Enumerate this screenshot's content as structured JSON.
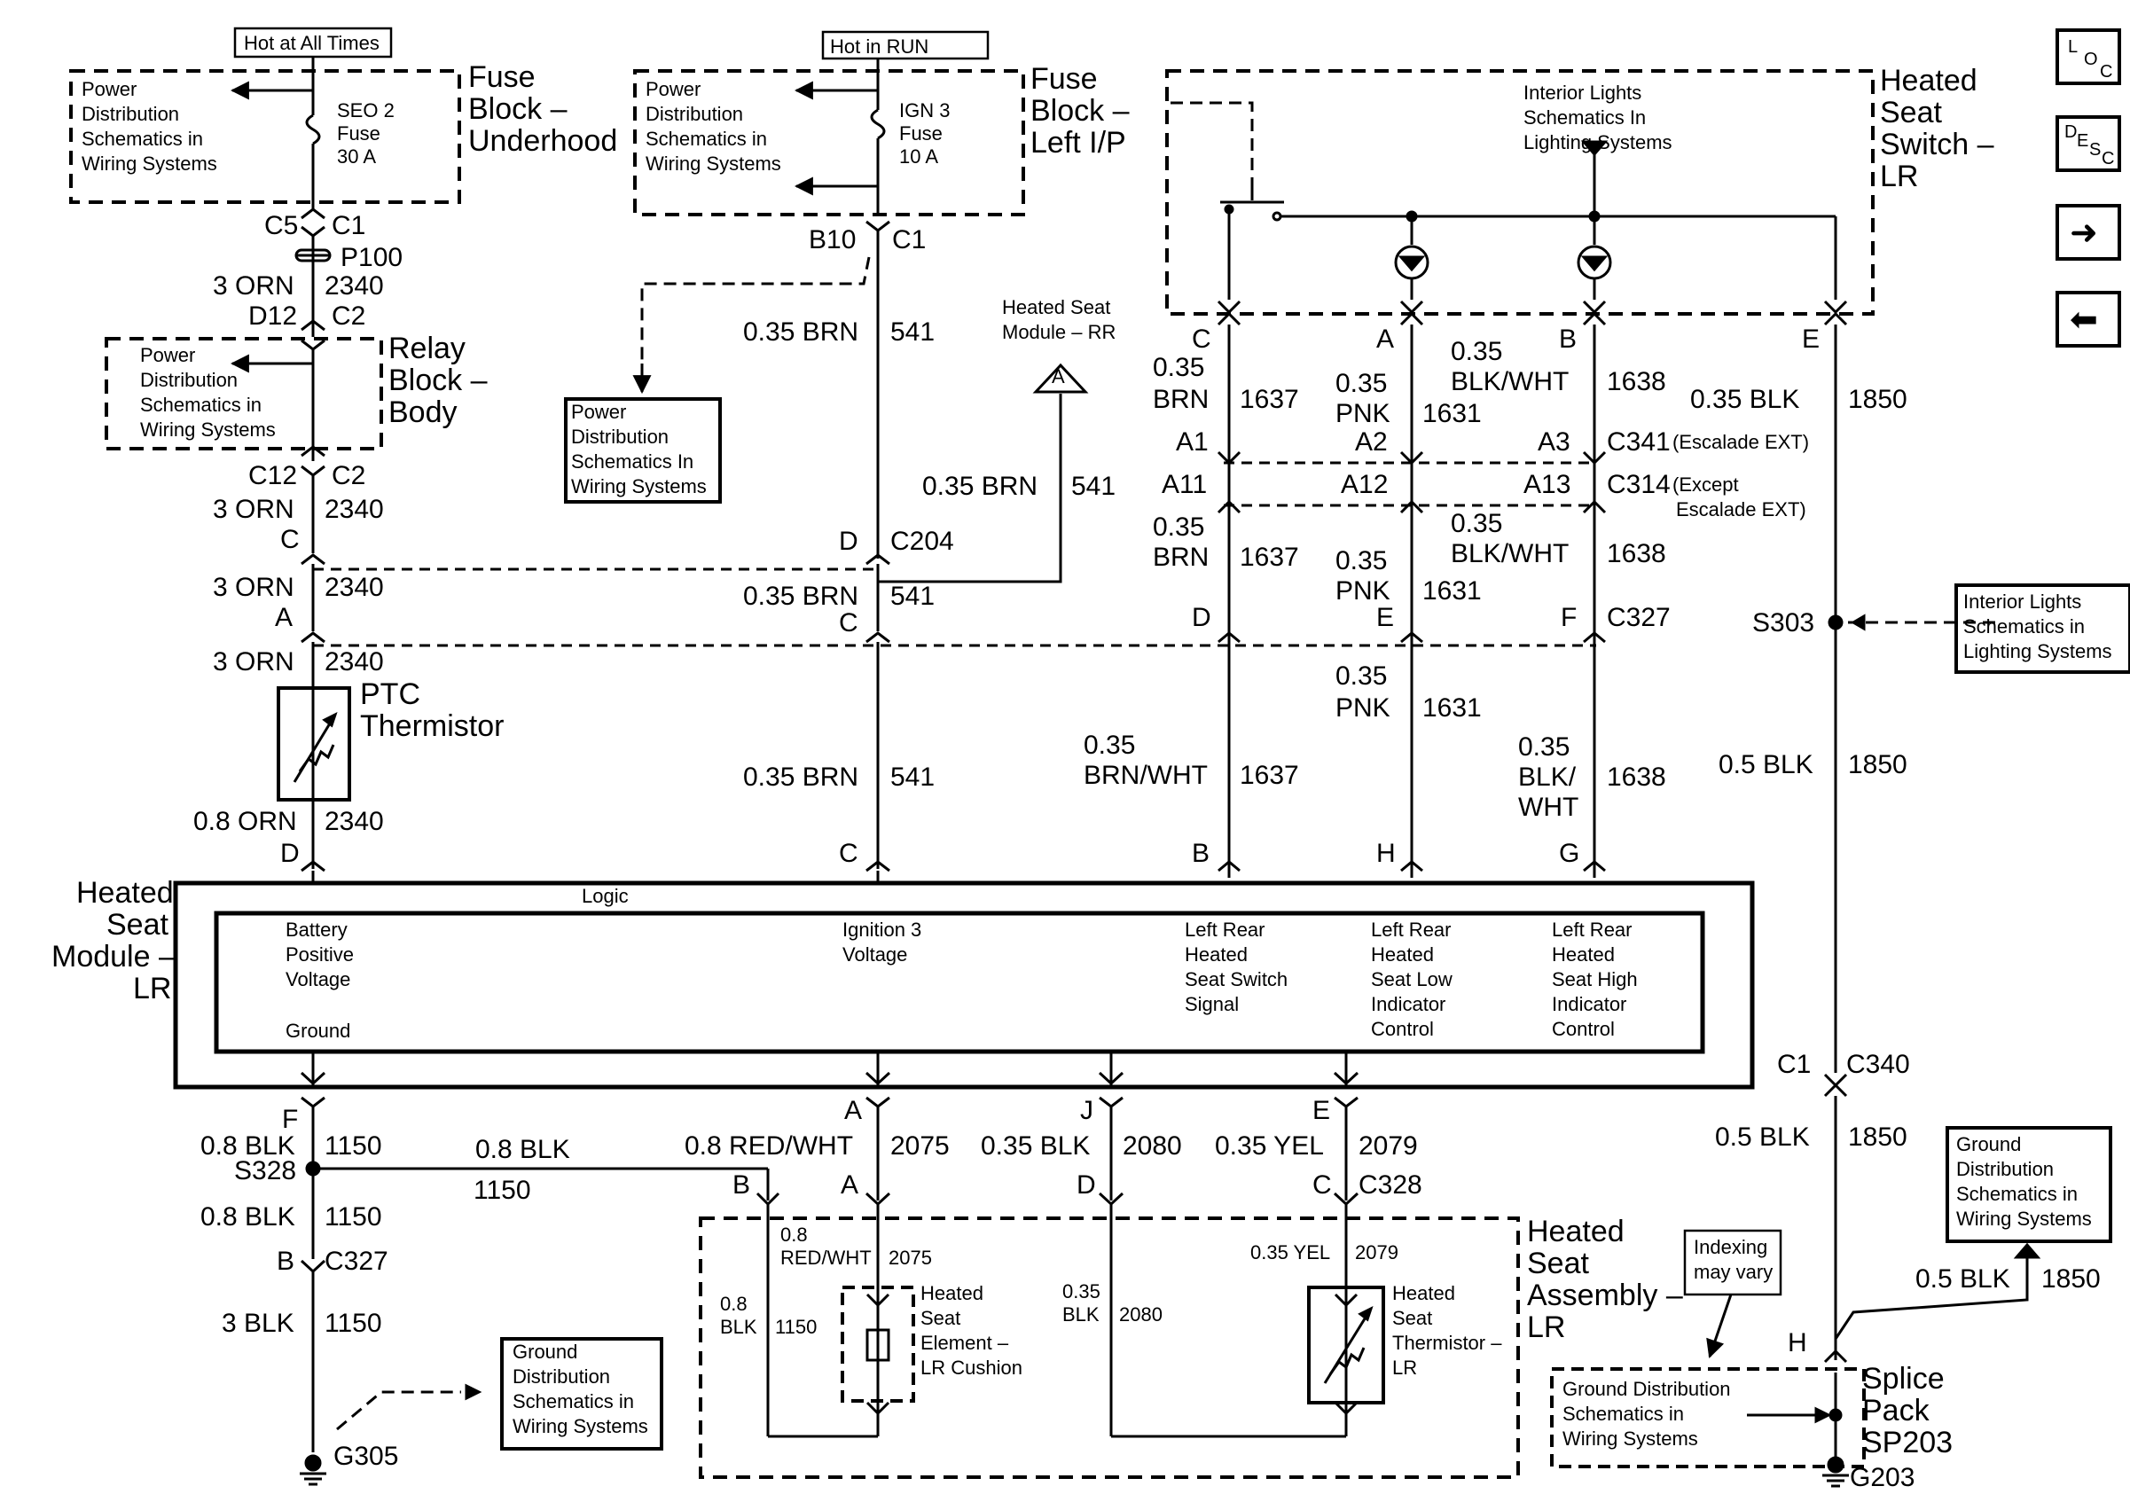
{
  "hot_at_all_times": "Hot at All Times",
  "hot_in_run": "Hot in RUN",
  "power_dist": [
    "Power",
    "Distribution",
    "Schematics in",
    "Wiring Systems"
  ],
  "fuse_block_underhood": [
    "Fuse",
    "Block –",
    "Underhood"
  ],
  "fuse_block_left_ip": [
    "Fuse",
    "Block –",
    "Left I/P"
  ],
  "relay_block_body": [
    "Relay",
    "Block –",
    "Body"
  ],
  "seo2_fuse": [
    "SEO 2",
    "Fuse",
    "30 A"
  ],
  "ign3_fuse": [
    "IGN 3",
    "Fuse",
    "10 A"
  ],
  "power_dist_box": [
    "Power",
    "Distribution",
    "Schematics In",
    "Wiring Systems"
  ],
  "heated_seat_module_rr": [
    "Heated Seat",
    "Module – RR"
  ],
  "offpage_a": "A",
  "interior_lights_top": [
    "Interior Lights",
    "Schematics In",
    "Lighting Systems"
  ],
  "interior_lights_right": [
    "Interior Lights",
    "Schematics in",
    "Lighting Systems"
  ],
  "heated_seat_switch_lr": [
    "Heated",
    "Seat",
    "Switch –",
    "LR"
  ],
  "heated_seat_module_lr": [
    "Heated",
    "Seat",
    "Module –",
    "LR"
  ],
  "logic": "Logic",
  "module_pins": {
    "battery": [
      "Battery",
      "Positive",
      "Voltage"
    ],
    "ground": "Ground",
    "ignition": [
      "Ignition 3",
      "Voltage"
    ],
    "switch_signal": [
      "Left Rear",
      "Heated",
      "Seat Switch",
      "Signal"
    ],
    "low_indicator": [
      "Left Rear",
      "Heated",
      "Seat Low",
      "Indicator",
      "Control"
    ],
    "high_indicator": [
      "Left Rear",
      "Heated",
      "Seat High",
      "Indicator",
      "Control"
    ]
  },
  "heated_seat_assembly_lr": [
    "Heated",
    "Seat",
    "Assembly –",
    "LR"
  ],
  "heated_seat_element": [
    "Heated",
    "Seat",
    "Element –",
    "LR Cushion"
  ],
  "heated_seat_thermistor": [
    "Heated",
    "Seat",
    "Thermistor –",
    "LR"
  ],
  "ptc_thermistor": [
    "PTC",
    "Thermistor"
  ],
  "ground_dist_left": [
    "Ground",
    "Distribution",
    "Schematics in",
    "Wiring Systems"
  ],
  "ground_dist_right": [
    "Ground",
    "Distribution",
    "Schematics in",
    "Wiring Systems"
  ],
  "ground_dist_splice": [
    "Ground Distribution",
    "Schematics in",
    "Wiring Systems"
  ],
  "indexing": [
    "Indexing",
    "may vary"
  ],
  "splice_pack": [
    "Splice",
    "Pack",
    "SP203"
  ],
  "g305": "G305",
  "g203": "G203",
  "s328": "S328",
  "s303": "S303",
  "p100": "P100",
  "c341_note": "(Escalade EXT)",
  "c314_note": [
    "(Except",
    "Escalade EXT)"
  ],
  "nav_loc": [
    "L",
    "O",
    "C"
  ],
  "nav_desc": [
    "D",
    "E",
    "S",
    "C"
  ],
  "nav_next": "➜",
  "nav_prev": "⬅"
}
